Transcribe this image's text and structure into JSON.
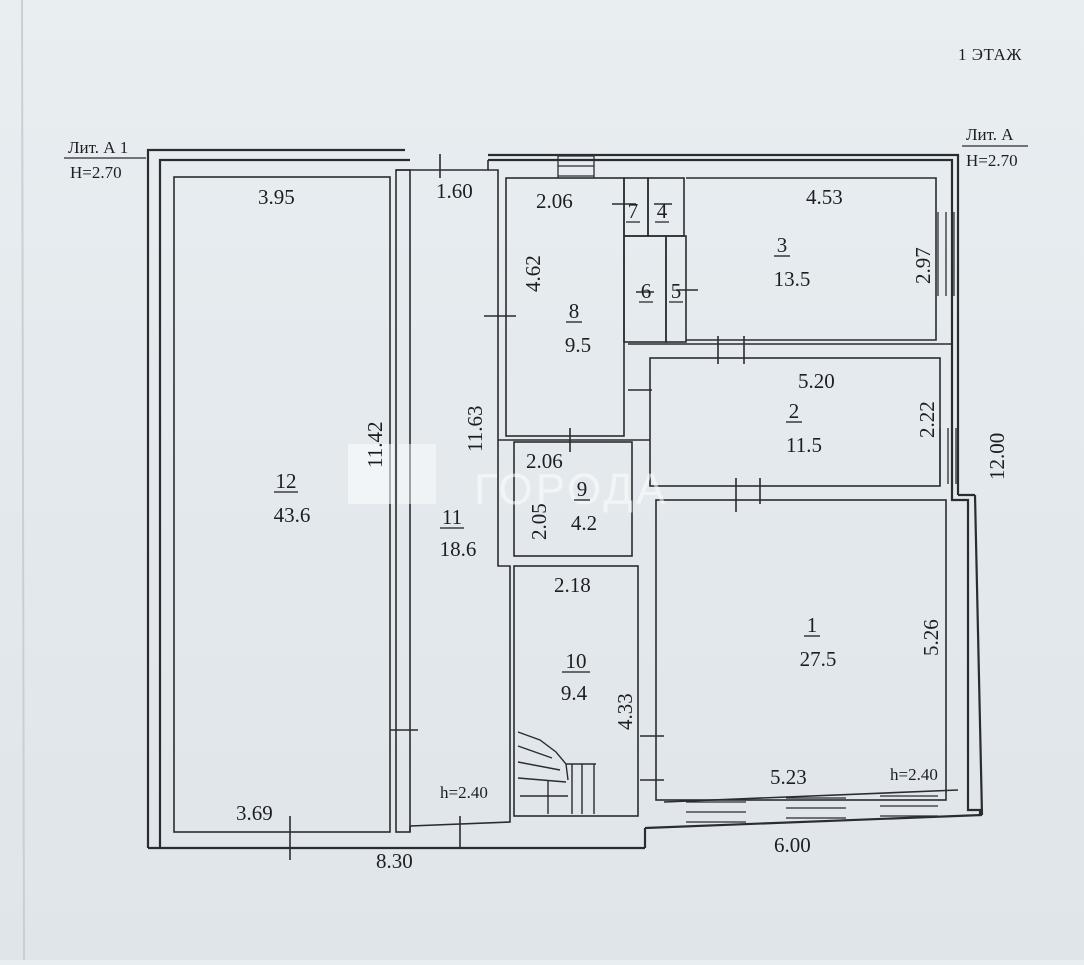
{
  "sheet": {
    "floor_label": "1 ЭТАЖ",
    "lit_left": "Лит. А 1",
    "height_left": "Н=2.70",
    "lit_right": "Лит. А",
    "height_right": "Н=2.70"
  },
  "rooms": [
    {
      "id": "room-12",
      "num": "12",
      "area": "43.6"
    },
    {
      "id": "room-11",
      "num": "11",
      "area": "18.6"
    },
    {
      "id": "room-8",
      "num": "8",
      "area": "9.5"
    },
    {
      "id": "room-9",
      "num": "9",
      "area": "4.2"
    },
    {
      "id": "room-10",
      "num": "10",
      "area": "9.4"
    },
    {
      "id": "room-3",
      "num": "3",
      "area": "13.5"
    },
    {
      "id": "room-2",
      "num": "2",
      "area": "11.5"
    },
    {
      "id": "room-1",
      "num": "1",
      "area": "27.5"
    },
    {
      "id": "room-7",
      "num": "7"
    },
    {
      "id": "room-4",
      "num": "4"
    },
    {
      "id": "room-6",
      "num": "6"
    },
    {
      "id": "room-5",
      "num": "5"
    }
  ],
  "dimensions": {
    "r12_top": "3.95",
    "r12_side": "11.42",
    "r12_bottom": "3.69",
    "r11_top": "1.60",
    "r11_side": "11.63",
    "r8_top": "2.06",
    "r8_side": "4.62",
    "r3_top": "4.53",
    "r3_side": "2.97",
    "r2_top": "5.20",
    "r2_side": "2.22",
    "r9_top": "2.06",
    "r9_side": "2.05",
    "r10_top": "2.18",
    "r10_side": "4.33",
    "r1_side": "5.26",
    "r1_bottom": "5.23",
    "overall_right": "12.00",
    "overall_left_width": "8.30",
    "overall_right_width": "6.00"
  },
  "ceilings": {
    "left_corridor": "h=2.40",
    "right_room": "h=2.40"
  },
  "watermark": {
    "text": "ГОРОДА"
  }
}
